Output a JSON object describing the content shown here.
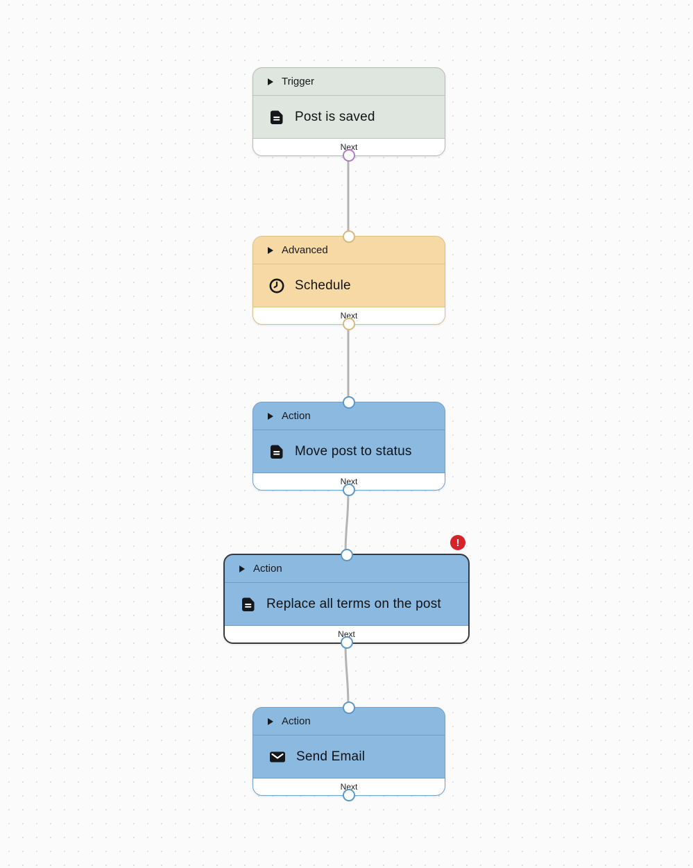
{
  "canvas": {
    "background_color": "#fbfbfb",
    "dot_color": "#cccccc"
  },
  "nodes": [
    {
      "category": "Trigger",
      "title": "Post is saved",
      "icon": "document-icon",
      "next_label": "Next"
    },
    {
      "category": "Advanced",
      "title": "Schedule",
      "icon": "clock-icon",
      "next_label": "Next"
    },
    {
      "category": "Action",
      "title": "Move post to status",
      "icon": "document-icon",
      "next_label": "Next"
    },
    {
      "category": "Action",
      "title": "Replace all terms on the post",
      "icon": "document-icon",
      "next_label": "Next",
      "selected": true,
      "has_error": true
    },
    {
      "category": "Action",
      "title": "Send Email",
      "icon": "email-icon",
      "next_label": "Next"
    }
  ],
  "error_badge": {
    "symbol": "!",
    "color": "#d4232b"
  },
  "colors": {
    "trigger_fill": "#dfe5df",
    "trigger_border": "#b2bab2",
    "trigger_port": "#b07ec0",
    "advanced_fill": "#f6d9a4",
    "advanced_border": "#ddbe85",
    "advanced_port": "#d8b87c",
    "action_fill": "#8bb9e0",
    "action_border": "#6f9fca",
    "action_port": "#5e96c6",
    "selected_border": "#37393d",
    "edge_line": "#b4b4b4"
  }
}
